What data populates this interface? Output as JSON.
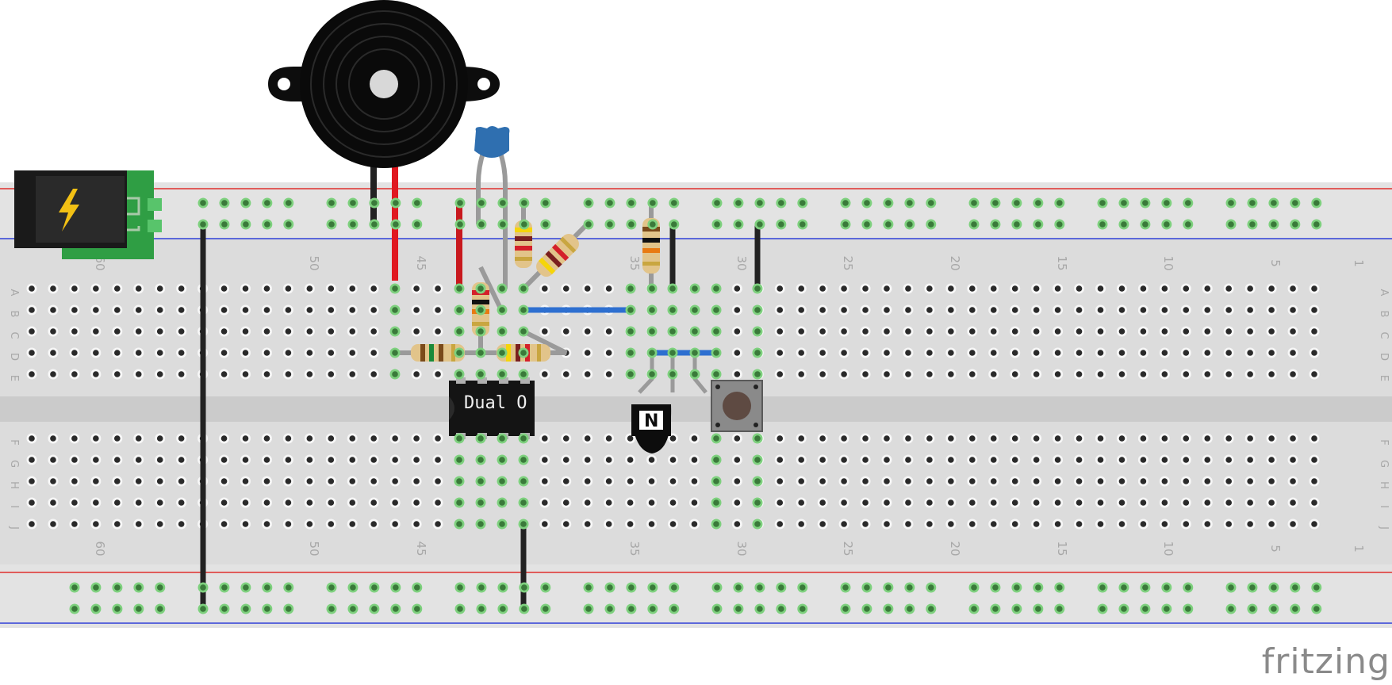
{
  "breadboard": {
    "columns": 61,
    "rows_top": [
      "A",
      "B",
      "C",
      "D",
      "E"
    ],
    "rows_bottom": [
      "F",
      "G",
      "H",
      "I",
      "J"
    ],
    "column_numbers_top": [
      "60",
      "50",
      "45",
      "35",
      "30",
      "25",
      "20",
      "15",
      "10",
      "5",
      "1"
    ],
    "column_numbers_bottom": [
      "60",
      "50",
      "45",
      "35",
      "30",
      "25",
      "20",
      "15",
      "10",
      "5",
      "1"
    ],
    "rail_colors": {
      "positive": "#e0302c",
      "negative": "#2f3fd8"
    }
  },
  "components": {
    "power_jack": {
      "icon": "lightning-bolt-icon",
      "color": "#2f9e44"
    },
    "buzzer": {
      "icon": "piezo-buzzer-icon"
    },
    "capacitor": {
      "icon": "ceramic-capacitor-icon",
      "color": "#2f6fb0"
    },
    "ic": {
      "label": "Dual O"
    },
    "transistor": {
      "label": "N"
    },
    "pushbutton": {
      "icon": "pushbutton-icon"
    }
  },
  "watermark": "fritzing"
}
